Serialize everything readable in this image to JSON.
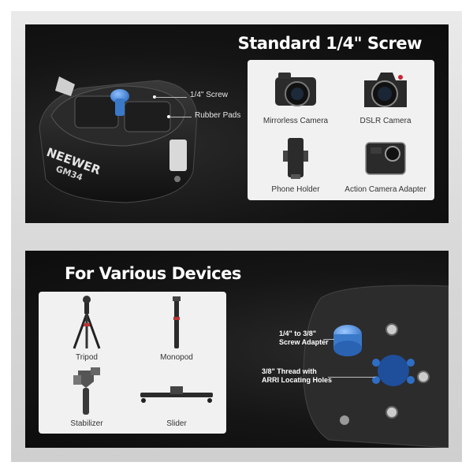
{
  "top_panel": {
    "heading": "Standard 1/4\" Screw",
    "product_brand": "NEEWER",
    "product_model": "GM34",
    "callouts": [
      "1/4\" Screw",
      "Rubber Pads"
    ],
    "devices": [
      {
        "label": "Mirrorless Camera",
        "icon": "mirrorless-camera-icon"
      },
      {
        "label": "DSLR Camera",
        "icon": "dslr-camera-icon"
      },
      {
        "label": "Phone Holder",
        "icon": "phone-holder-icon"
      },
      {
        "label": "Action Camera Adapter",
        "icon": "action-camera-icon"
      }
    ]
  },
  "bottom_panel": {
    "heading": "For Various Devices",
    "devices": [
      {
        "label": "Tripod",
        "icon": "tripod-icon"
      },
      {
        "label": "Monopod",
        "icon": "monopod-icon"
      },
      {
        "label": "Stabilizer",
        "icon": "stabilizer-icon"
      },
      {
        "label": "Slider",
        "icon": "slider-icon"
      }
    ],
    "callouts": [
      {
        "line1": "1/4\" to 3/8\"",
        "line2": "Screw Adapter"
      },
      {
        "line1": "3/8\" Thread with",
        "line2": "ARRI Locating Holes"
      }
    ]
  },
  "colors": {
    "accent_blue": "#3a79c9",
    "panel_dark": "#141414",
    "card_bg": "#f1f1f1"
  }
}
